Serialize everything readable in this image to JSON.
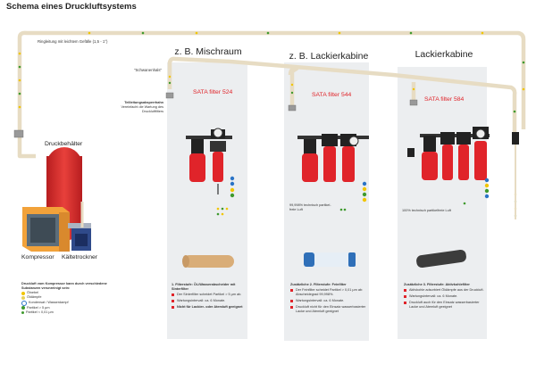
{
  "title": "Schema eines Druckluftsystems",
  "pipe_note": "Ringleitung mit leichtem Gefälle (1,5 - 1°)",
  "swan_neck": "\"Schwanenhals\"",
  "ball_valve": {
    "title": "Teilleitungsabsperrhahn",
    "text": "Vereinfacht die Wartung des Druckluftfilters"
  },
  "rooms": {
    "mixing": "z. B. Mischraum",
    "paint1": "z. B. Lackierkabine",
    "paint2": "Lackierkabine"
  },
  "filters": {
    "f524": "SATA filter 524",
    "f544": "SATA filter 544",
    "f584": "SATA filter 584"
  },
  "tank_label": "Druckbehälter",
  "compressor_label": "Kompressor",
  "dryer_label": "Kältetrockner",
  "purity": {
    "p544": "99,998% technisch partikel-\nfreie Luft",
    "p584": "100% technisch partikelfreie Luft"
  },
  "legend": {
    "intro": "Druckluft vom Kompressor kann durch verschiedene Substanzen verunreinigt sein:",
    "items": [
      "Ölnebel",
      "Öldämpfe",
      "Kondensat / Wasserdampf",
      "Partikel > 5 µm",
      "Partikel < 0,01 µm"
    ]
  },
  "desc": {
    "d1": {
      "title": "1. Filterstufe: Öl-/Wasserabscheider mit Sinterfilter",
      "bullets": [
        "Der Sinterfilter scheidet Partikel > 5 µm ab.",
        "Wartungsintervall: ca. 6 Monate.",
        "Nicht für Lackier- oder Atemluft geeignet"
      ]
    },
    "d2": {
      "title": "Zusätzliche 2. Filterstufe: Feinfilter",
      "bullets": [
        "Der Feinfilter scheidet Partikel > 0,01 µm ab: Abscheidegrad 99,998%.",
        "Wartungsintervall: ca. 6 Monate.",
        "Druckluft nicht für den Einsatz wasserbasierter Lacke und Atemluft geeignet"
      ]
    },
    "d3": {
      "title": "Zusätzliche 3. Filterstufe: Aktivkohlefilter",
      "bullets": [
        "Aktivkohle adsorbiert Öldämpfe aus der Druckluft.",
        "Wartungsintervall: ca. 6 Monate.",
        "Druckluft auch für den Einsatz wasserbasierter Lacke und Atemluft geeignet"
      ]
    }
  },
  "colors": {
    "accent_red": "#e0242a",
    "tank_red": "#d8302d",
    "compressor_orange": "#f2a23a",
    "dryer_blue": "#2f4a8a",
    "pipe_beige": "#e7dcc3",
    "panel_grey": "#eceef0",
    "dot_yellow": "#f1c500",
    "dot_green": "#3f9a2e",
    "dot_blue": "#2a73c6"
  }
}
